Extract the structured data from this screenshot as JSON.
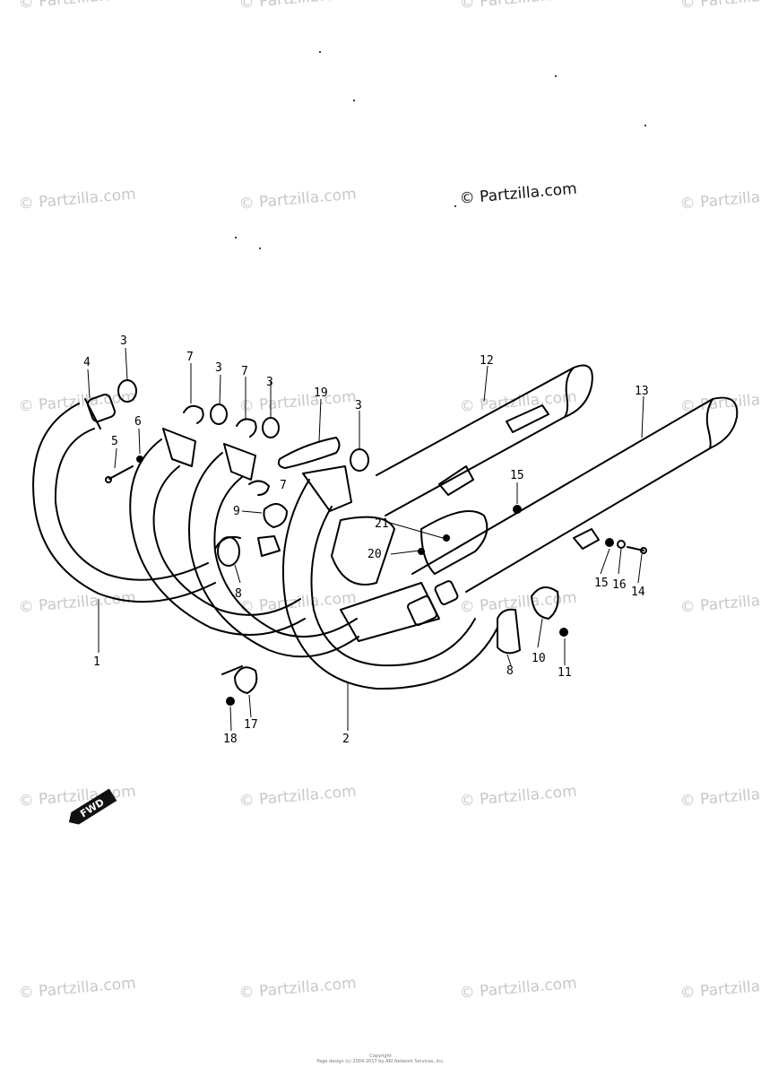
{
  "watermark_text": "© Partzilla.com",
  "main_watermark": "© Partzilla.com",
  "fwd_label": "FWD",
  "callouts": {
    "c1": "1",
    "c2": "2",
    "c3a": "3",
    "c3b": "3",
    "c3c": "3",
    "c3d": "3",
    "c4": "4",
    "c5": "5",
    "c6": "6",
    "c7a": "7",
    "c7b": "7",
    "c7c": "7",
    "c8a": "8",
    "c8b": "8",
    "c9": "9",
    "c10": "10",
    "c11": "11",
    "c12": "12",
    "c13": "13",
    "c14": "14",
    "c15a": "15",
    "c15b": "15",
    "c16": "16",
    "c17": "17",
    "c18": "18",
    "c19": "19",
    "c20": "20",
    "c21": "21"
  },
  "footer": {
    "line1": "Copyright",
    "line2": "Page design (c) 2004-2017 by ARI Network Services, Inc."
  }
}
